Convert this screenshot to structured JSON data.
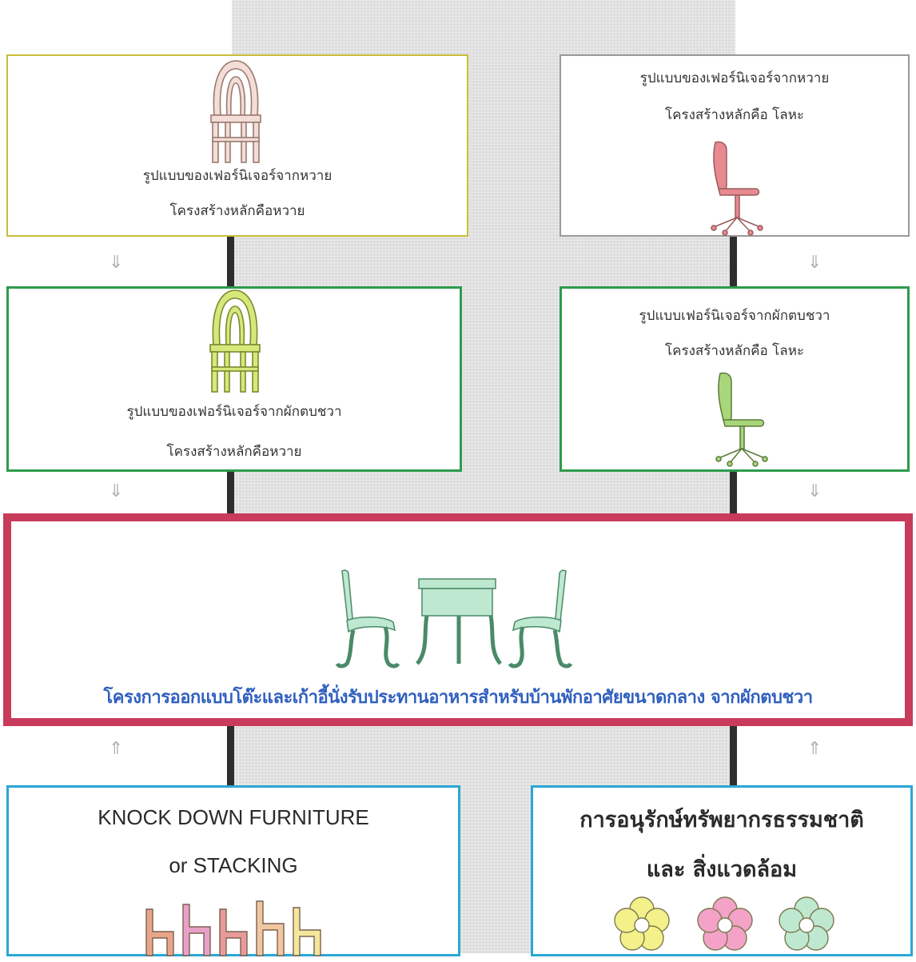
{
  "diagram": {
    "box_rattan_rattan": {
      "line1": "รูปแบบของเฟอร์นิเจอร์จากหวาย",
      "line2": "โครงสร้างหลักคือหวาย"
    },
    "box_rattan_metal": {
      "line1": "รูปแบบของเฟอร์นิเจอร์จากหวาย",
      "line2": "โครงสร้างหลักคือ โลหะ"
    },
    "box_hyacinth_rattan": {
      "line1": "รูปแบบของเฟอร์นิเจอร์จากผักตบชวา",
      "line2": "โครงสร้างหลักคือหวาย"
    },
    "box_hyacinth_metal": {
      "line1": "รูปแบบเฟอร์นิเจอร์จากผักตบชวา",
      "line2": "โครงสร้างหลักคือ โลหะ"
    },
    "project_title": "โครงการออกแบบโต๊ะและเก้าอี้นั่งรับประทานอาหารสำหรับบ้านพักอาศัยขนาดกลาง จากผักตบชวา",
    "box_knockdown": {
      "line1": "KNOCK  DOWN FURNITURE",
      "line2": "or  STACKING"
    },
    "box_conservation": {
      "line1": "การอนุรักษ์ทรัพยากรธรรมชาติ",
      "line2": "และ  สิ่งแวดล้อม"
    },
    "arrows": {
      "down": "⇓",
      "up": "⇑"
    }
  },
  "colors": {
    "rattan_chair": "#f3ddd6",
    "hyacinth_chair": "#d6e87a",
    "metal_chair_pink": "#e88a90",
    "metal_chair_green": "#a8d67a",
    "dining_set": "#bfe8d0",
    "stack_colors": [
      "#e9a58a",
      "#e9a0c8",
      "#e89a9a",
      "#f0c8a0",
      "#f4e79a"
    ],
    "flower_colors": [
      "#f4f08a",
      "#f4a2c8",
      "#bfe8d0"
    ]
  }
}
